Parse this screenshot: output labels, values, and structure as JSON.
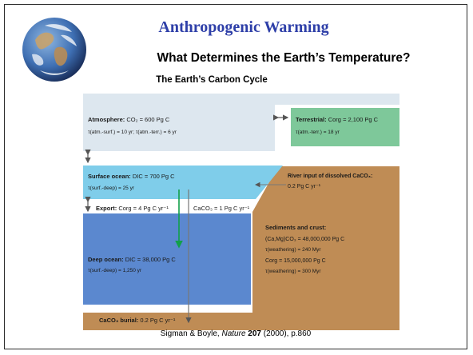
{
  "slide": {
    "title": "Anthropogenic Warming",
    "subtitle": "What Determines the Earth’s Temperature?",
    "caption": "The Earth’s Carbon Cycle",
    "citation": {
      "authors": "Sigman & Boyle, ",
      "journal": "Nature",
      "volume": " 207",
      "rest": " (2000), p.860"
    }
  },
  "diagram": {
    "atmosphere": {
      "line1_prefix": "Atmosphere:",
      "line1_value": " CO₂ = 600 Pg C",
      "line2": "τ(atm.-surf.) = 10 yr; τ(atm.-terr.) = 6 yr"
    },
    "terrestrial": {
      "line1_prefix": "Terrestrial:",
      "line1_value": " Corg = 2,100 Pg C",
      "line2": "τ(atm.-terr.) = 18 yr"
    },
    "surface_ocean": {
      "line1_prefix": "Surface ocean:",
      "line1_value": " DIC = 700 Pg C",
      "line2": "τ(surf.-deep) = 25 yr"
    },
    "river_input": {
      "line1": "River input of dissolved CaCO₃:",
      "line2": "0.2 Pg C yr⁻¹"
    },
    "export": {
      "prefix": "Export:",
      "value": " Corg = 4 Pg C yr⁻¹",
      "caco3": "CaCO₃ = 1 Pg C yr⁻¹"
    },
    "sediments": {
      "title": "Sediments and crust:",
      "line1": "(Ca,Mg)CO₃ = 48,000,000 Pg C",
      "line2": "τ(weathering) = 240 Myr",
      "line3": "Corg = 15,000,000 Pg C",
      "line4": "τ(weathering) = 300 Myr"
    },
    "deep_ocean": {
      "line1_prefix": "Deep ocean:",
      "line1_value": " DIC = 38,000 Pg C",
      "line2": "τ(surf.-deep) = 1,250 yr"
    },
    "burial": {
      "prefix": "CaCO₃ burial:",
      "value": " 0.2 Pg C yr⁻¹"
    },
    "colors": {
      "atmosphere": "#dde7ef",
      "terrestrial": "#7ec89a",
      "surface_ocean": "#7fcdea",
      "deep_ocean": "#5b88cf",
      "sediments": "#bf8c55",
      "export_arrow": "#12a04a"
    }
  }
}
